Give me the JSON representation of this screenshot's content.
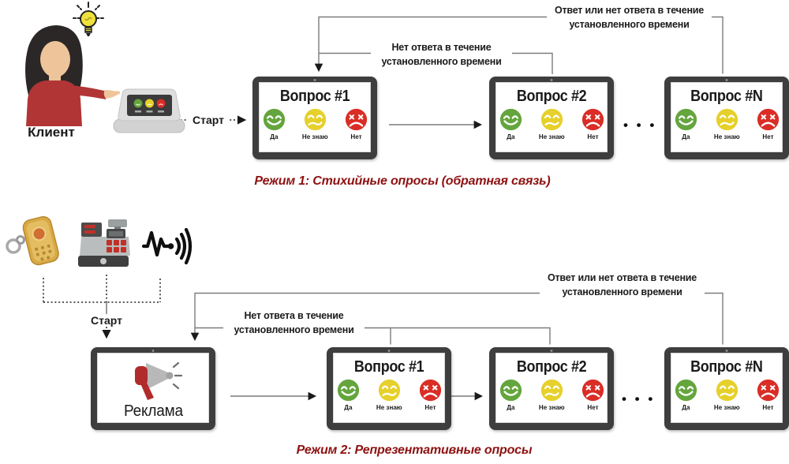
{
  "diagram": {
    "answers": {
      "yes": "Да",
      "unsure": "Не знаю",
      "no": "Нет"
    },
    "ellipsis": "• • •",
    "mode1": {
      "caption": "Режим 1: Стихийные опросы (обратная связь)",
      "client_label": "Клиент",
      "start_label": "Старт",
      "screens": [
        {
          "title": "Вопрос #1"
        },
        {
          "title": "Вопрос #2"
        },
        {
          "title": "Вопрос #N"
        }
      ],
      "no_answer_note": {
        "line1": "Нет ответа в течение",
        "line2": "установленного времени"
      },
      "any_answer_note": {
        "line1": "Ответ или нет ответа в течение",
        "line2": "установленного времени"
      }
    },
    "mode2": {
      "caption": "Режим 2: Репрезентативные опросы",
      "start_label": "Старт",
      "ad_screen_title": "Реклама",
      "screens": [
        {
          "title": "Вопрос #1"
        },
        {
          "title": "Вопрос #2"
        },
        {
          "title": "Вопрос #N"
        }
      ],
      "no_answer_note": {
        "line1": "Нет ответа в течение",
        "line2": "установленного времени"
      },
      "any_answer_note": {
        "line1": "Ответ или нет ответа в течение",
        "line2": "установленного времени"
      }
    },
    "icons": {
      "idea": "lightbulb-icon",
      "client": "client-person-icon",
      "terminal": "feedback-terminal-icon",
      "trigger_keyfob": "keyfob-remote-icon",
      "trigger_register": "cash-register-icon",
      "trigger_wave": "sound-wave-icon",
      "ad": "megaphone-icon"
    },
    "colors": {
      "caption_red": "#8e1111",
      "face_green": "#64a53d",
      "face_yellow": "#e6d02b",
      "face_red": "#da2d26",
      "tablet_frame": "#3e3e3e",
      "wire_gray": "#7c7c7c",
      "shirt_red": "#b13535"
    }
  }
}
